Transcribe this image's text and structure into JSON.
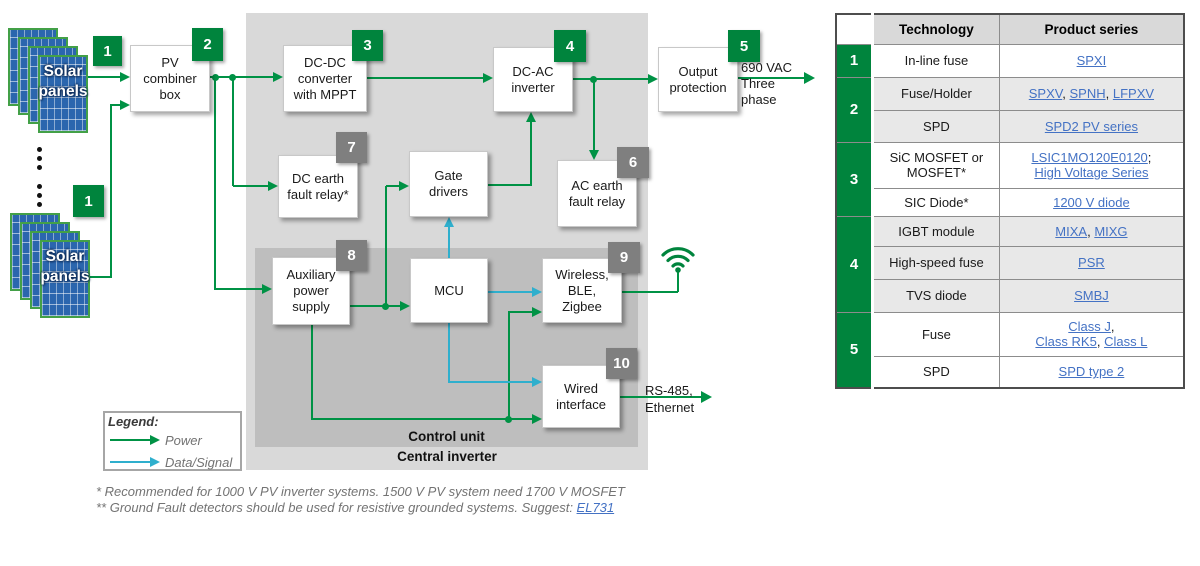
{
  "diagram": {
    "solar_stack_label": [
      "Solar",
      "panels"
    ],
    "badges": {
      "b1a": "1",
      "b1b": "1",
      "b2": "2",
      "b3": "3",
      "b4": "4",
      "b5": "5",
      "b6": "6",
      "b7": "7",
      "b8": "8",
      "b9": "9",
      "b10": "10"
    },
    "blocks": {
      "pv_combiner": [
        "PV",
        "combiner",
        "box"
      ],
      "dcdc_converter": [
        "DC-DC",
        "converter",
        "with MPPT"
      ],
      "dcac_inverter": [
        "DC-AC",
        "inverter"
      ],
      "output_protection": [
        "Output",
        "protection"
      ],
      "dc_earth_fault_relay": [
        "DC earth",
        "fault relay*"
      ],
      "gate_drivers": [
        "Gate",
        "drivers"
      ],
      "ac_earth_fault_relay": [
        "AC earth",
        "fault relay"
      ],
      "aux_power_supply": [
        "Auxiliary",
        "power",
        "supply"
      ],
      "mcu": [
        "MCU"
      ],
      "wireless": [
        "Wireless,",
        "BLE,",
        "Zigbee"
      ],
      "wired_interface": [
        "Wired",
        "interface"
      ]
    },
    "containers": {
      "control_unit": "Control unit",
      "central_inverter": "Central inverter"
    },
    "outputs": {
      "ac": [
        "690 VAC",
        "Three",
        "phase"
      ],
      "comm": [
        "RS-485,",
        "Ethernet"
      ]
    },
    "legend": {
      "title": "Legend:",
      "power": "Power",
      "data_signal": "Data/Signal"
    },
    "footnotes": {
      "line1": "* Recommended for 1000 V PV inverter systems. 1500 V PV system need 1700 V MOSFET",
      "line2_prefix": "** Ground Fault detectors should be used for resistive grounded systems. Suggest: ",
      "line2_link": "EL731"
    }
  },
  "table": {
    "headers": {
      "technology": "Technology",
      "product": "Product series"
    },
    "groups": [
      {
        "number": "1",
        "shaded": false,
        "rows": [
          {
            "technology": "In-line fuse",
            "height": 33,
            "product": [
              {
                "t": "SPXI",
                "link": true
              }
            ]
          }
        ]
      },
      {
        "number": "2",
        "shaded": true,
        "rows": [
          {
            "technology": "Fuse/Holder",
            "height": 33,
            "product": [
              {
                "t": "SPXV",
                "link": true
              },
              {
                "t": ", "
              },
              {
                "t": "SPNH",
                "link": true
              },
              {
                "t": ", "
              },
              {
                "t": "LFPXV",
                "link": true
              }
            ]
          },
          {
            "technology": "SPD",
            "height": 32,
            "product": [
              {
                "t": "SPD2 PV series",
                "link": true
              }
            ]
          }
        ]
      },
      {
        "number": "3",
        "shaded": false,
        "rows": [
          {
            "technology": "SiC MOSFET or MOSFET*",
            "height": 46,
            "product": [
              {
                "t": "LSIC1MO120E0120",
                "link": true
              },
              {
                "t": ";"
              },
              {
                "br": true
              },
              {
                "t": "High Voltage Series",
                "link": true
              }
            ]
          },
          {
            "technology": "SIC Diode*",
            "height": 28,
            "product": [
              {
                "t": "1200 V diode",
                "link": true
              }
            ]
          }
        ]
      },
      {
        "number": "4",
        "shaded": true,
        "rows": [
          {
            "technology": "IGBT module",
            "height": 30,
            "product": [
              {
                "t": "MIXA",
                "link": true
              },
              {
                "t": ", "
              },
              {
                "t": "MIXG",
                "link": true
              }
            ]
          },
          {
            "technology": "High-speed fuse",
            "height": 33,
            "product": [
              {
                "t": "PSR",
                "link": true
              }
            ]
          },
          {
            "technology": "TVS diode",
            "height": 33,
            "product": [
              {
                "t": "SMBJ",
                "link": true
              }
            ]
          }
        ]
      },
      {
        "number": "5",
        "shaded": false,
        "rows": [
          {
            "technology": "Fuse",
            "height": 44,
            "product": [
              {
                "t": "Class J",
                "link": true
              },
              {
                "t": ","
              },
              {
                "br": true
              },
              {
                "t": "Class RK5",
                "link": true
              },
              {
                "t": ", "
              },
              {
                "t": "Class L",
                "link": true
              }
            ]
          },
          {
            "technology": "SPD",
            "height": 32,
            "product": [
              {
                "t": "SPD type 2",
                "link": true
              }
            ]
          }
        ]
      }
    ]
  },
  "colors": {
    "accent_green": "#00843D",
    "line_green": "#009245",
    "data_cyan": "#2FAFCD",
    "badge_gray": "#7F7F7F",
    "link_blue": "#4472C4"
  }
}
